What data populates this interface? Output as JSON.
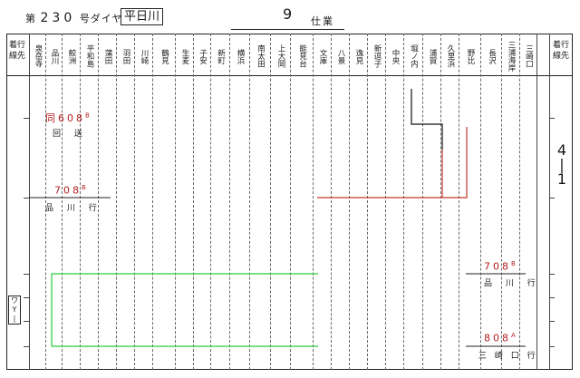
{
  "header": {
    "dia_prefix": "第",
    "dia_number": "230",
    "dia_suffix": "号ダイヤ",
    "kind": "平日川",
    "sheet_number": "9",
    "sheet_label": "仕業"
  },
  "side": {
    "left_top": "着行\n線先",
    "right_top": "着行\n線先"
  },
  "stations": [
    {
      "name": "泉岳寺"
    },
    {
      "name": "品川"
    },
    {
      "name": "鮫洲"
    },
    {
      "name": "平和島"
    },
    {
      "name": "蒲田"
    },
    {
      "name": "羽田"
    },
    {
      "name": "川崎"
    },
    {
      "name": "鶴見"
    },
    {
      "name": "生麦"
    },
    {
      "name": "子安"
    },
    {
      "name": "新町"
    },
    {
      "name": "横浜"
    },
    {
      "name": "南太田"
    },
    {
      "name": "上大岡"
    },
    {
      "name": "能見台"
    },
    {
      "name": "文庫"
    },
    {
      "name": "八景"
    },
    {
      "name": "逸見"
    },
    {
      "name": "新逗子"
    },
    {
      "name": "中央"
    },
    {
      "name": "堀ノ内"
    },
    {
      "name": "浦賀"
    },
    {
      "name": "久里浜"
    },
    {
      "name": "野比"
    },
    {
      "name": "長沢"
    },
    {
      "name": "三浦海岸"
    },
    {
      "name": "三崎口"
    }
  ],
  "trains": [
    {
      "number": "同608",
      "suffix": "B",
      "dest": "回 送"
    },
    {
      "number": "708",
      "suffix": "B",
      "dest": "品 川 行"
    },
    {
      "number": "708",
      "suffix": "B",
      "dest": "品 川 行"
    },
    {
      "number": "808",
      "suffix": "A",
      "dest": "三 崎 口 行"
    }
  ],
  "sheet_marker": "4\n|\n1",
  "vertical_tag": "ワ\nY\n|"
}
